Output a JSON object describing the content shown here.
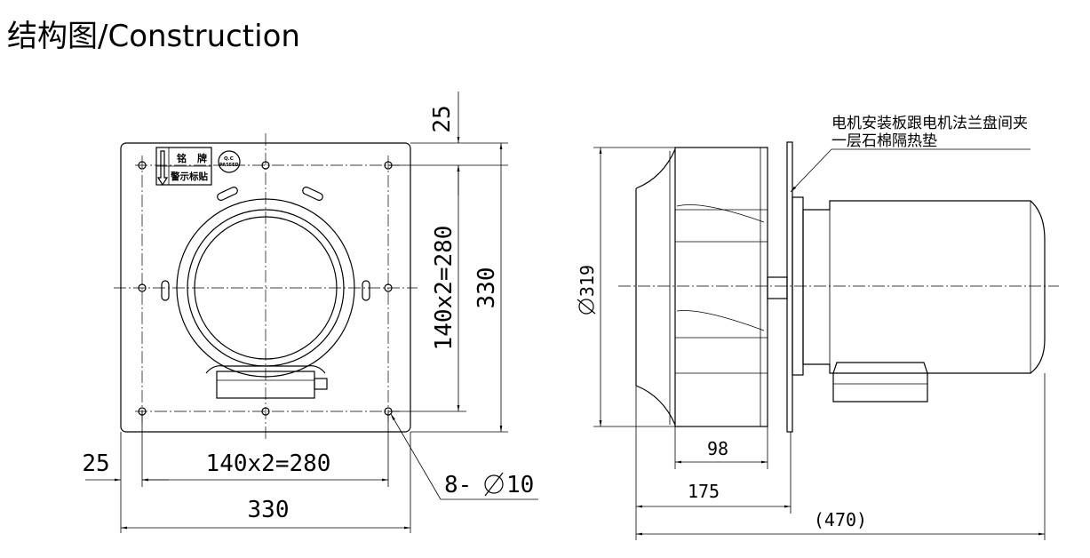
{
  "title": "结构图/Construction",
  "front_view": {
    "dim_top_offset": "25",
    "dim_vertical_holes": "140x2=280",
    "dim_height": "330",
    "dim_left_offset": "25",
    "dim_horizontal_holes": "140x2=280",
    "dim_width": "330",
    "hole_note": "8-",
    "hole_dia": "10",
    "nameplate_label_1": "铭",
    "nameplate_label_2": "牌",
    "warning_label": "警示标贴",
    "qc_label_1": "Q.C",
    "qc_label_2": "PASSED"
  },
  "side_view": {
    "note_line_1": "电机安装板跟电机法兰盘间夹",
    "note_line_2": "一层石棉隔热垫",
    "dim_diameter": "319",
    "dim_impeller": "98",
    "dim_depth": "175",
    "dim_total": "(470)"
  }
}
